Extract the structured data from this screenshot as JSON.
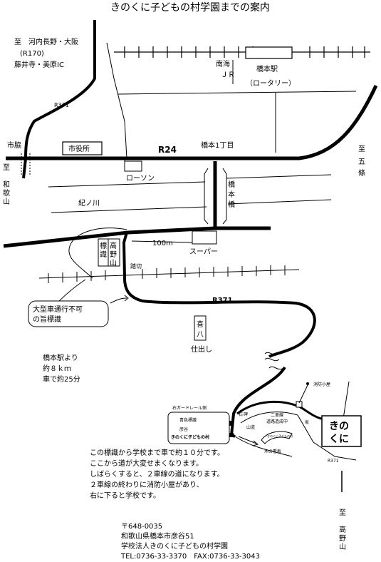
{
  "title": "きのくに子どもの村学園までの案内",
  "labels": {
    "to_kawachinagano": "至　河内長野・大阪",
    "r170": "(R170)",
    "fujiidera": "藤井寺・美原IC",
    "r371_top": "R371",
    "nankai": "南海",
    "jr": "ＪＲ",
    "hashimoto_station": "橋本駅",
    "rotary": "（ロータリー）",
    "shiwaki": "市脇",
    "city_hall": "市役所",
    "r24": "R24",
    "hashimoto_1chome": "橋本1丁目",
    "to_gojo_1": "至",
    "to_gojo_2": "五",
    "to_gojo_3": "條",
    "to_wakayama_1": "至",
    "to_wakayama_2": "和",
    "to_wakayama_3": "歌",
    "to_wakayama_4": "山",
    "lawson": "ローソン",
    "bridge_1": "橋",
    "bridge_2": "本",
    "bridge_3": "橋",
    "kinokawa": "紀ノ川",
    "d100m": "100m",
    "super": "スーパー",
    "koya_sign_a1": "高",
    "koya_sign_a2": "野",
    "koya_sign_a3": "山",
    "koya_sign_b1": "標",
    "koya_sign_b2": "識",
    "crossing": "踏切",
    "r371_mid": "R371",
    "no_large_1": "大型車通行不可",
    "no_large_2": "の旨標識",
    "kihachi_1": "喜",
    "kihachi_2": "八",
    "catering": "仕出し",
    "dist_1": "橋本駅より",
    "dist_2": "約８ｋｍ",
    "dist_3": "車で約25分",
    "fire_hut": "消防小屋",
    "guardrail": "右ガードレール側",
    "blue_sign": "青色標識",
    "hikotani": "彦谷",
    "kinokuni_village": "きのくに子どもの村",
    "stone_1": "石",
    "stone_2": "碑",
    "mountain_road": "山道",
    "two_lane_1": "二車線",
    "two_lane_2": "道路造成中",
    "slope": "坂",
    "wooden_sign": "木の看板",
    "sign_text": "きのくに子どもの村",
    "r371_bottom": "R371",
    "kinokuni_1": "きの",
    "kinokuni_2": "くに",
    "to_koya_1": "至",
    "to_koya_2": "高",
    "to_koya_3": "野",
    "to_koya_4": "山"
  },
  "notes": [
    "この標識から学校まで車で約１０分です。",
    "ここから道が大変せまくなります。",
    "しばらくすると、２車線の道になります。",
    "２車線の終わりに消防小屋があり、",
    "右に下ると学校です。"
  ],
  "address": {
    "postal": "〒648-0035",
    "location": "和歌山県橋本市彦谷51",
    "school": "学校法人きのくに子どもの村学園",
    "contact": "TEL:0736-33-3370　FAX:0736-33-3043"
  }
}
